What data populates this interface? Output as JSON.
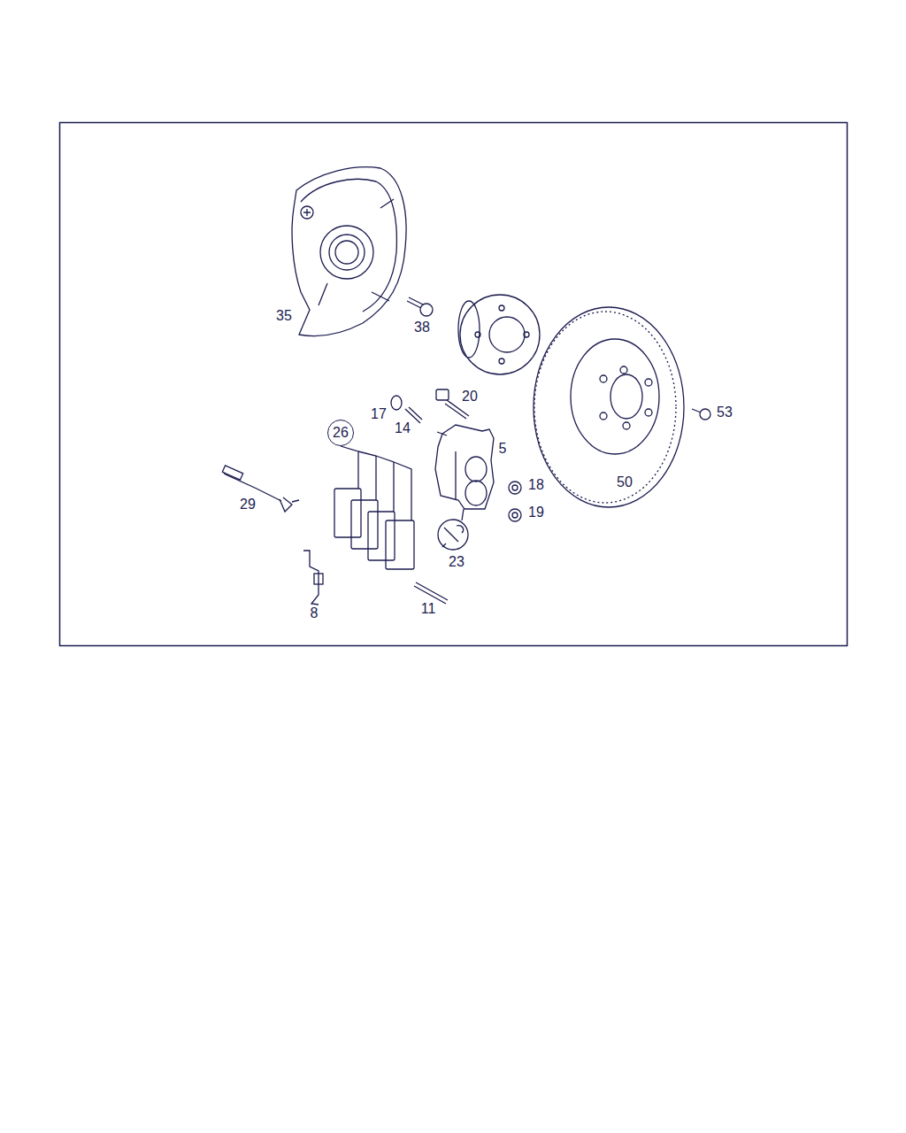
{
  "diagram": {
    "nodes": [
      {
        "text": [
          "26"
        ]
      }
    ],
    "labels": [
      "35",
      "38",
      "20",
      "17",
      "14",
      "5",
      "53",
      "50",
      "18",
      "19",
      "29",
      "23",
      "8",
      "11"
    ]
  }
}
